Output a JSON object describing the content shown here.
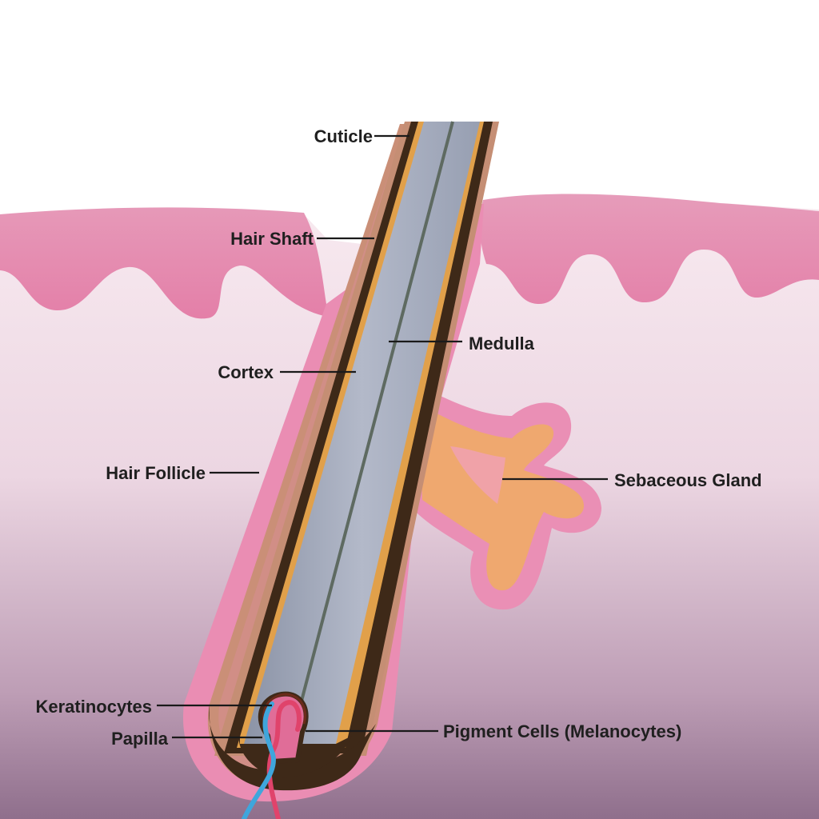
{
  "diagram": {
    "labels": {
      "cuticle": "Cuticle",
      "hair_shaft": "Hair Shaft",
      "medulla": "Medulla",
      "cortex": "Cortex",
      "hair_follicle": "Hair Follicle",
      "sebaceous_gland": "Sebaceous Gland",
      "keratinocytes": "Keratinocytes",
      "papilla": "Papilla",
      "pigment_cells": "Pigment Cells (Melanocytes)"
    }
  }
}
